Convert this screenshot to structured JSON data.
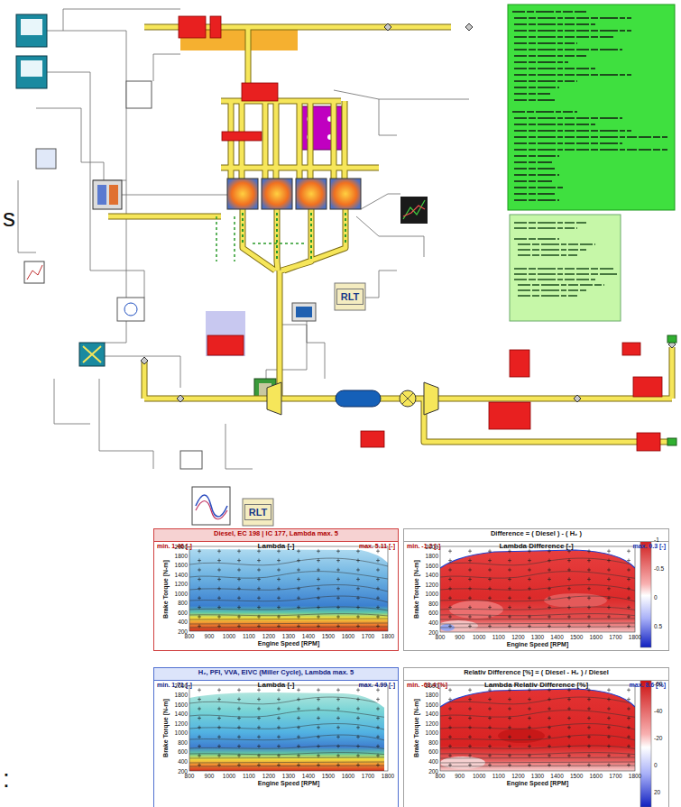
{
  "diagram": {
    "nodes": [
      {
        "text": [
          "RLT"
        ]
      },
      {
        "text": [
          "RLT"
        ]
      },
      {
        "text": [
          "Diesel, EC 198 | IC 177, Lambda max. 5",
          "min. 1.46 [-]",
          "Lambda [-]",
          "max. 5.11 [-]"
        ]
      },
      {
        "text": [
          "Difference = ( Diesel ) - ( H₂ )",
          "min. -1.2 [-]",
          "Lambda Difference [-]",
          "max. 0.3 [-]"
        ]
      },
      {
        "text": [
          "H₂, PFI, VVA, EIVC (Miller Cycle), Lambda max. 5",
          "min. 1.71 [-]",
          "Lambda [-]",
          "max. 4.99 [-]"
        ]
      },
      {
        "text": [
          "Relativ Difference [%] = ( Diesel - H₂ ) / Diesel",
          "min. -63.4 [%]",
          "Lambda Relativ Difference [%]",
          "max. 8.6 [%]"
        ]
      }
    ],
    "labels": [
      "s",
      ":",
      "2000",
      "1800",
      "1600",
      "1400",
      "1200",
      "1000",
      "800",
      "600",
      "400",
      "200",
      "800",
      "900",
      "1000",
      "1100",
      "1200",
      "1300",
      "1400",
      "1500",
      "1600",
      "1700",
      "1800",
      "Brake Torque [N-m]",
      "Engine Speed [RPM]",
      "2000",
      "1800",
      "1600",
      "1400",
      "1200",
      "1000",
      "800",
      "600",
      "400",
      "200",
      "800",
      "900",
      "1000",
      "1100",
      "1200",
      "1300",
      "1400",
      "1500",
      "1600",
      "1700",
      "1800",
      "Brake Torque [N-m]",
      "Engine Speed [RPM]",
      "2000",
      "1800",
      "1600",
      "1400",
      "1200",
      "1000",
      "800",
      "600",
      "400",
      "200",
      "800",
      "900",
      "1000",
      "1100",
      "1200",
      "1300",
      "1400",
      "1500",
      "1600",
      "1700",
      "1800",
      "Brake Torque [N-m]",
      "Engine Speed [RPM]",
      "2000",
      "1800",
      "1600",
      "1400",
      "1200",
      "1000",
      "800",
      "600",
      "400",
      "200",
      "800",
      "900",
      "1000",
      "1100",
      "1200",
      "1300",
      "1400",
      "1500",
      "1600",
      "1700",
      "1800",
      "Brake Torque [N-m]",
      "Engine Speed [RPM]",
      "-1",
      "-0.5",
      "0",
      "0.5",
      "-60",
      "-40",
      "-20",
      "0",
      "20"
    ]
  }
}
